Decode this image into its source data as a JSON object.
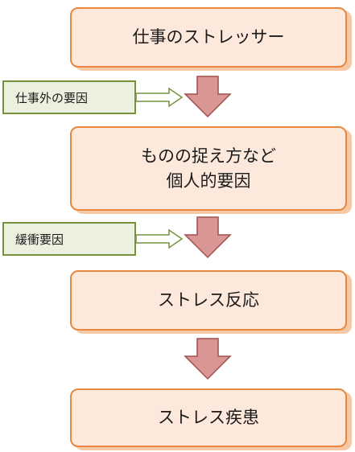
{
  "boxes": {
    "box1": {
      "text": "仕事のストレッサー"
    },
    "box2": {
      "line1": "ものの捉え方など",
      "line2": "個人的要因"
    },
    "box3": {
      "text": "ストレス反応"
    },
    "box4": {
      "text": "ストレス疾患"
    }
  },
  "side_factors": {
    "factor1": {
      "text": "仕事外の要因"
    },
    "factor2": {
      "text": "緩衝要因"
    }
  },
  "colors": {
    "box_fill": "#fde9dc",
    "box_border": "#e8873f",
    "box_shadow": "#f6c9a6",
    "side_fill": "#ebf1de",
    "side_border": "#76923c",
    "arrow_fill": "#d99694",
    "arrow_stroke": "#a0504c"
  }
}
